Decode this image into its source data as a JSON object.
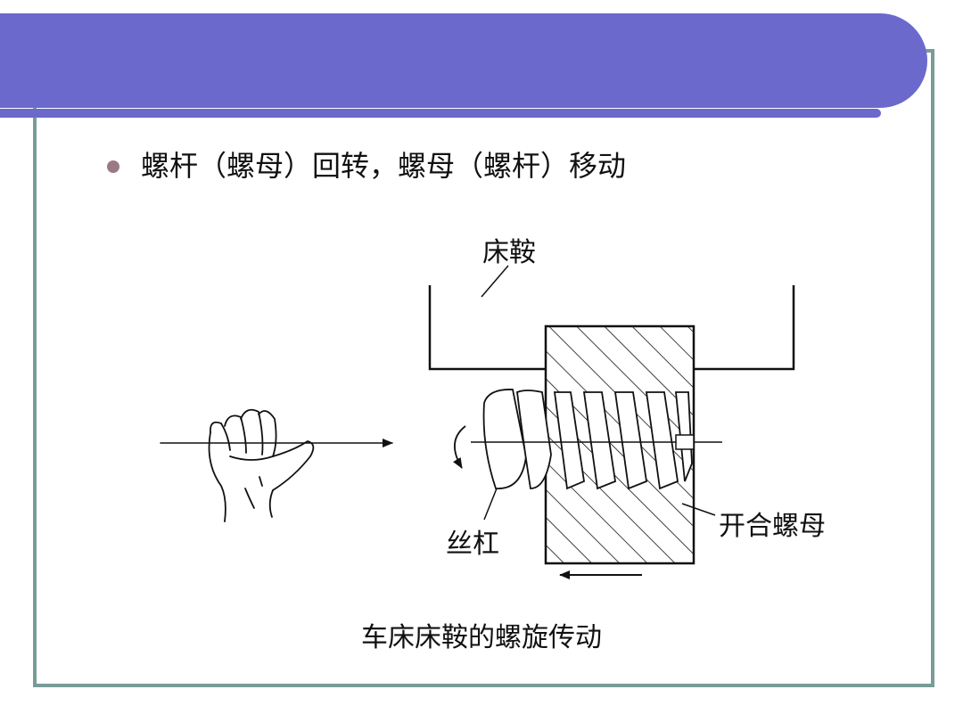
{
  "colors": {
    "title_bar": "#6b69cc",
    "frame": "#789c98",
    "bullet": "#9a7a86"
  },
  "bullet": {
    "text": "螺杆（螺母）回转，螺母（螺杆）移动"
  },
  "diagram": {
    "labels": {
      "saddle": "床鞍",
      "lead_screw": "丝杠",
      "split_nut": "开合螺母"
    },
    "caption": "车床床鞍的螺旋传动"
  }
}
